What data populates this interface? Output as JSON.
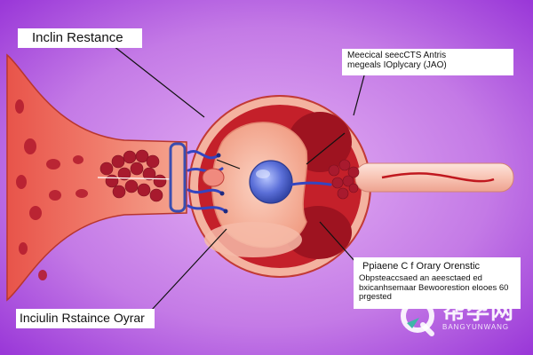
{
  "labels": {
    "top_left": "Inclin Restance",
    "top_right_line1": "Meecical seecCTS Antris",
    "top_right_line2": "megeals IOplycary (JAO)",
    "bottom_right_line1": "Ppiaene C f Orary Orenstic",
    "bottom_right_line2": "Obpsteaccsaed an aeesctaed ed",
    "bottom_right_line3": "bxicanhsemaar Bewoorestion elooes 60",
    "bottom_right_line4": "prgested",
    "bottom_left": "Inciulin Rstaince Oyrar"
  },
  "watermark": {
    "main": "帮孕网",
    "sub": "BANGYUNWANG"
  },
  "colors": {
    "background_light": "#e2a6f2",
    "background_dark": "#9a38d8",
    "tissue_red": "#c4202a",
    "tissue_pink": "#f3a58c",
    "core_blue": "#5b6fd8"
  }
}
